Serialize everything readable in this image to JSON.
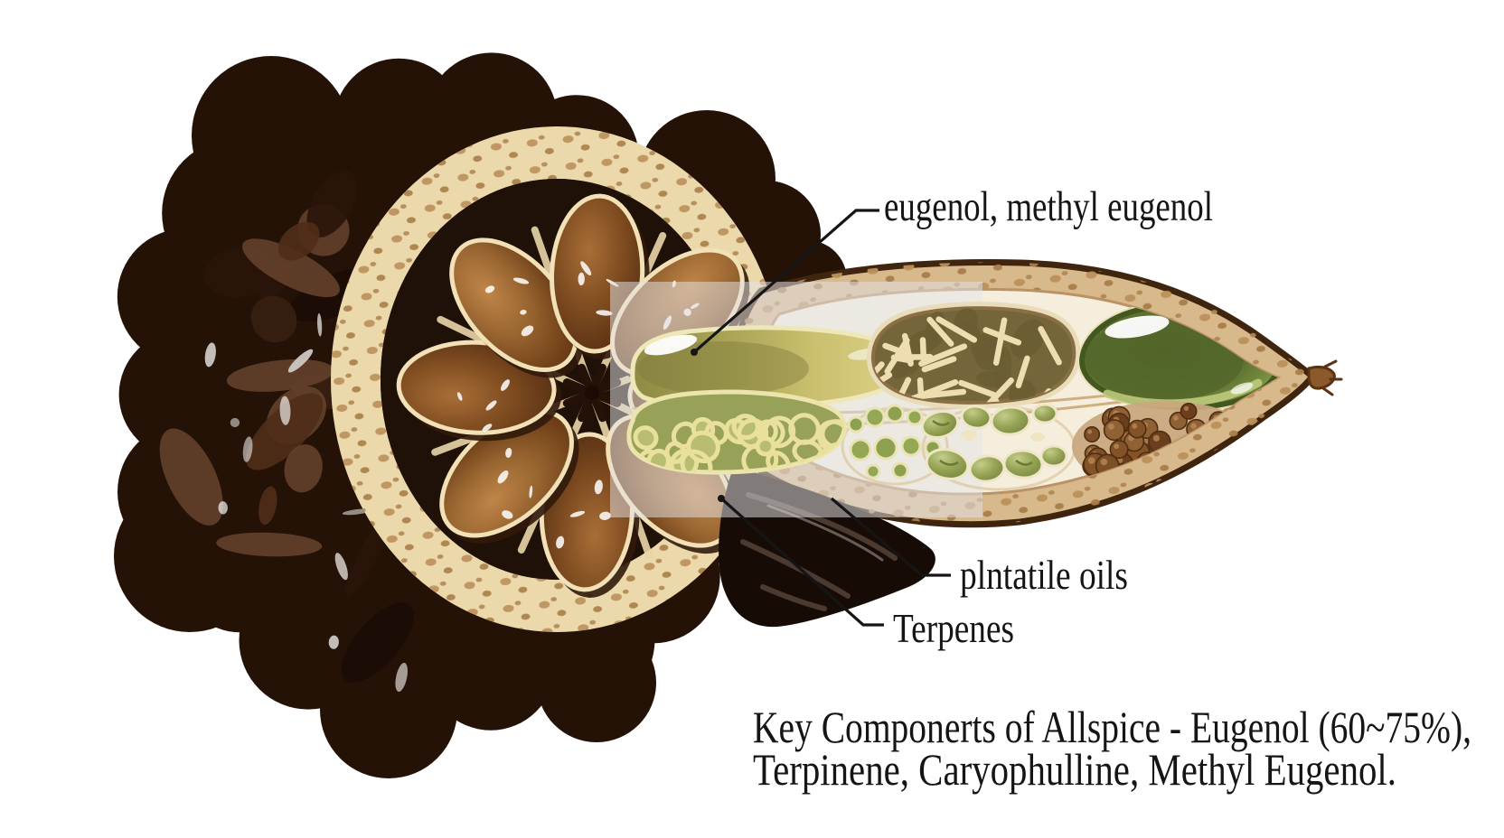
{
  "figure": {
    "labels": {
      "eugenol": "eugenol, methyl eugenol",
      "volatile_oils": "plntatile oils",
      "terpenes": "Terpenes"
    },
    "caption": {
      "line1": "Key Componerts of Allspice - Eugenol (60~75%),",
      "line2": "Terpinene, Caryophulline, Methyl Eugenol."
    },
    "colors": {
      "background": "#ffffff",
      "ink": "#151515",
      "husk_dark_brown": "#241207",
      "pith_cream": "#ecd9ab",
      "seed_brown": "#8f6134",
      "oil_yellow_green": "#c9bf6e",
      "cell_olive": "#97a158",
      "green_seed": "#5d7230",
      "pod_rind_tan": "#d8b98c",
      "pod_interior_cream": "#f6eedd"
    }
  }
}
